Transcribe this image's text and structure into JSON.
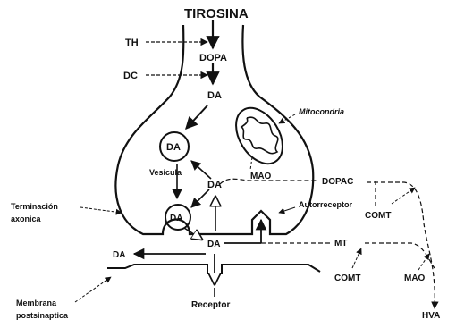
{
  "labels": {
    "title": "TIROSINA",
    "th": "TH",
    "dopa": "DOPA",
    "dc": "DC",
    "da_top": "DA",
    "mitocondria": "Mitocondria",
    "da_vesicle_1": "DA",
    "vesicula": "Vesicula",
    "mao_inner": "MAO",
    "dopac": "DOPAC",
    "da_center": "DA",
    "terminacion_1": "Terminación",
    "terminacion_2": "axonica",
    "da_vesicle_2": "DA",
    "autorreceptor": "Autorreceptor",
    "comt_right": "COMT",
    "da_released": "DA",
    "mt": "MT",
    "da_left": "DA",
    "mao_right": "MAO",
    "comt_bottom": "COMT",
    "membrana_1": "Membrana",
    "membrana_2": "postsinaptica",
    "receptor": "Receptor",
    "hva": "HVA"
  }
}
